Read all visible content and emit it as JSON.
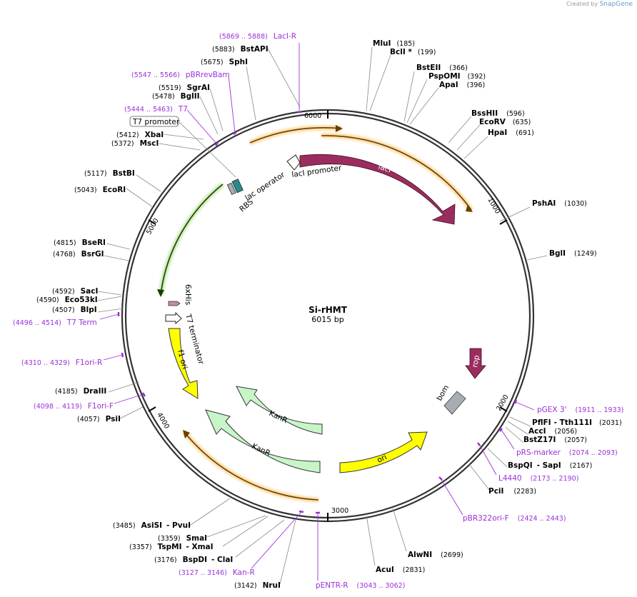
{
  "brand": {
    "created_by": "Created by",
    "name": "SnapGene"
  },
  "plasmid": {
    "name": "Si-rHMT",
    "length": "6015 bp",
    "length_bp": 6015
  },
  "ticks": [
    "6000",
    "1000",
    "2000",
    "3000",
    "4000",
    "5000"
  ],
  "enzymes": [
    {
      "name": "MluI",
      "pos": "(185)"
    },
    {
      "name": "BclI *",
      "pos": "(199)"
    },
    {
      "name": "BstEII",
      "pos": "(366)"
    },
    {
      "name": "PspOMI",
      "pos": "(392)"
    },
    {
      "name": "ApaI",
      "pos": "(396)"
    },
    {
      "name": "BssHII",
      "pos": "(596)"
    },
    {
      "name": "EcoRV",
      "pos": "(635)"
    },
    {
      "name": "HpaI",
      "pos": "(691)"
    },
    {
      "name": "PshAI",
      "pos": "(1030)"
    },
    {
      "name": "BglI",
      "pos": "(1249)"
    },
    {
      "name": "PflFI",
      "name2": "- Tth111I",
      "pos": "(2031)"
    },
    {
      "name": "AccI",
      "pos": "(2056)"
    },
    {
      "name": "BstZ17I",
      "pos": "(2057)"
    },
    {
      "name": "BspQI",
      "name2": "- SapI",
      "pos": "(2167)"
    },
    {
      "name": "PciI",
      "pos": "(2283)"
    },
    {
      "name": "AlwNI",
      "pos": "(2699)"
    },
    {
      "name": "AcuI",
      "pos": "(2831)"
    },
    {
      "name": "NruI",
      "pos": "(3142)"
    },
    {
      "name": "BspDI",
      "name2": "- ClaI",
      "pos": "(3176)"
    },
    {
      "name": "TspMI",
      "name2": "- XmaI",
      "pos": "(3357)"
    },
    {
      "name": "SmaI",
      "pos": "(3359)"
    },
    {
      "name": "AsiSI",
      "name2": "- PvuI",
      "pos": "(3485)"
    },
    {
      "name": "PsiI",
      "pos": "(4057)"
    },
    {
      "name": "DraIII",
      "pos": "(4185)"
    },
    {
      "name": "BlpI",
      "pos": "(4507)"
    },
    {
      "name": "Eco53kI",
      "pos": "(4590)"
    },
    {
      "name": "SacI",
      "pos": "(4592)"
    },
    {
      "name": "BsrGI",
      "pos": "(4768)"
    },
    {
      "name": "BseRI",
      "pos": "(4815)"
    },
    {
      "name": "EcoRI",
      "pos": "(5043)"
    },
    {
      "name": "BstBI",
      "pos": "(5117)"
    },
    {
      "name": "MscI",
      "pos": "(5372)"
    },
    {
      "name": "XbaI",
      "pos": "(5412)"
    },
    {
      "name": "BglII",
      "pos": "(5478)"
    },
    {
      "name": "SgrAI",
      "pos": "(5519)"
    },
    {
      "name": "SphI",
      "pos": "(5675)"
    },
    {
      "name": "BstAPI",
      "pos": "(5883)"
    }
  ],
  "primers": [
    {
      "name": "LacI-R",
      "pos": "(5869 .. 5888)"
    },
    {
      "name": "pBRrevBam",
      "pos": "(5547 .. 5566)"
    },
    {
      "name": "T7",
      "pos": "(5444 .. 5463)"
    },
    {
      "name": "T7 Term",
      "pos": "(4496 .. 4514)"
    },
    {
      "name": "F1ori-R",
      "pos": "(4310 .. 4329)"
    },
    {
      "name": "F1ori-F",
      "pos": "(4098 .. 4119)"
    },
    {
      "name": "pGEX 3'",
      "pos": "(1911 .. 1933)"
    },
    {
      "name": "pRS-marker",
      "pos": "(2074 .. 2093)"
    },
    {
      "name": "L4440",
      "pos": "(2173 .. 2190)"
    },
    {
      "name": "pBR322ori-F",
      "pos": "(2424 .. 2443)"
    },
    {
      "name": "Kan-R",
      "pos": "(3127 .. 3146)"
    },
    {
      "name": "pENTR-R",
      "pos": "(3043 .. 3062)"
    }
  ],
  "features": {
    "lacI": "lacI",
    "lacI_promoter": "lacI promoter",
    "lac_operator": "lac operator",
    "RBS": "RBS",
    "T7_promoter": "T7 promoter",
    "his": "6xHis",
    "T7_terminator": "T7 terminator",
    "f1_ori": "f1 ori",
    "rop": "rop",
    "bom": "bom",
    "ori": "ori",
    "KanR_inner": "KanR",
    "KanR_outer": "KanR"
  },
  "colors": {
    "backbone": "#333333",
    "lacI": "#9b2d5e",
    "rop": "#9b2d5e",
    "ori": "#ffff00",
    "f1_ori": "#ffff00",
    "KanR": "#c8f5c8",
    "bom": "#a8adb3",
    "orf_orange": "#f7a71c",
    "orf_green": "#8ed160",
    "primer": "#9b30d9",
    "enzyme_line": "#888888"
  }
}
